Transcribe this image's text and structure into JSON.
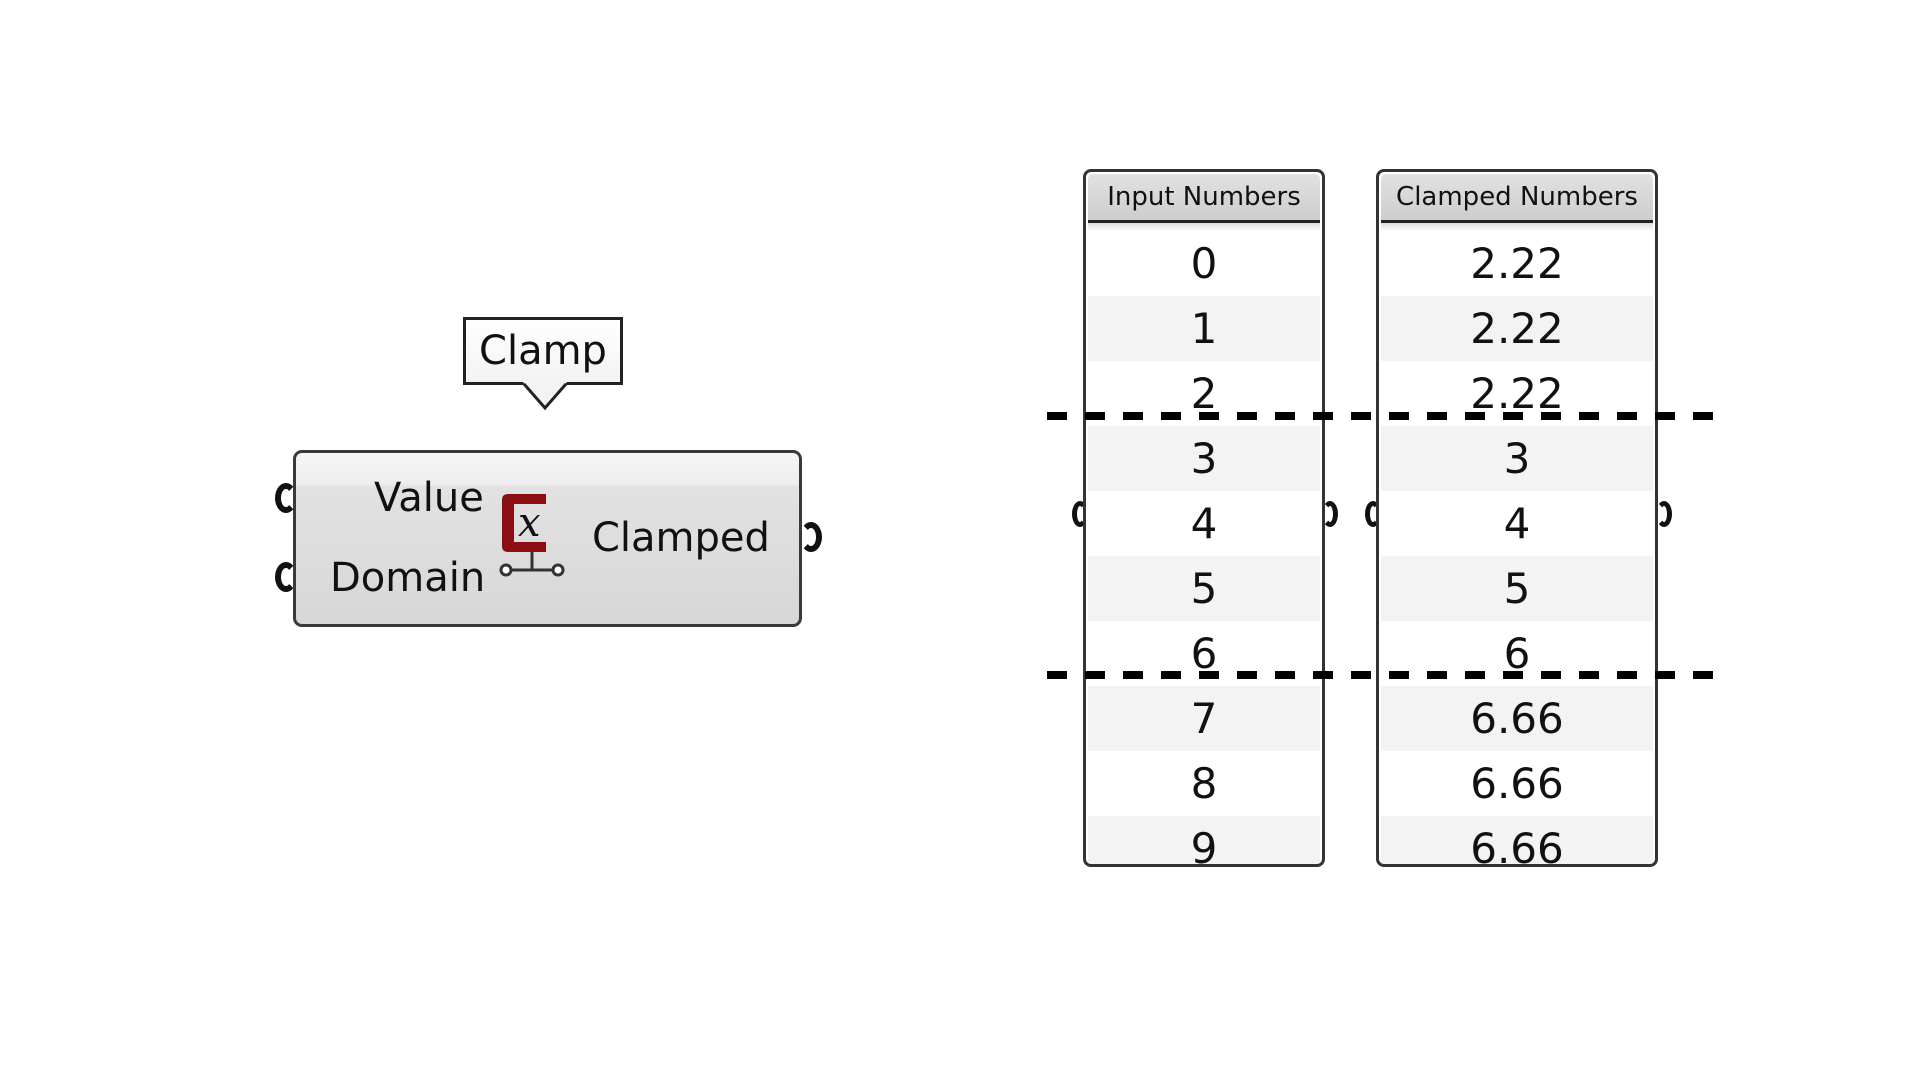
{
  "tooltip": {
    "text": "Clamp"
  },
  "component": {
    "name": "Clamp",
    "inputs": [
      "Value",
      "Domain"
    ],
    "output": "Clamped",
    "icon": "clamp-icon",
    "icon_color": "#8b0e12"
  },
  "panels": [
    {
      "title": "Input Numbers",
      "values": [
        "0",
        "1",
        "2",
        "3",
        "4",
        "5",
        "6",
        "7",
        "8",
        "9"
      ]
    },
    {
      "title": "Clamped Numbers",
      "values": [
        "2.22",
        "2.22",
        "2.22",
        "3",
        "4",
        "5",
        "6",
        "6.66",
        "6.66",
        "6.66"
      ]
    }
  ],
  "boundaries": {
    "lower": "between rows 2 and 3",
    "upper": "between rows 6 and 7"
  }
}
